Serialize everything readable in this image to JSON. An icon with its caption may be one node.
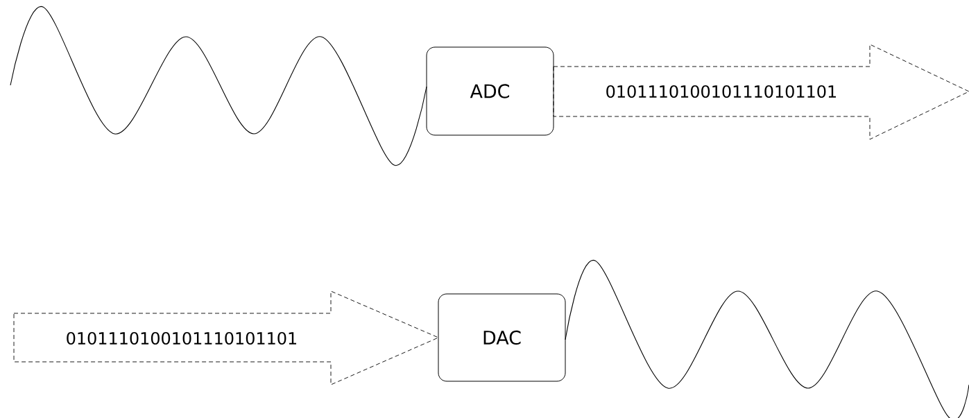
{
  "diagram": {
    "nodes": [
      {
        "text": [],
        "shape": "picture"
      },
      {
        "text": [
          "ADC"
        ]
      },
      {
        "text": [
          "0101110100101110101101"
        ]
      },
      {
        "text": [
          "0101110100101110101101"
        ]
      },
      {
        "text": [
          "DAC"
        ]
      },
      {
        "text": [],
        "shape": "picture"
      }
    ]
  }
}
